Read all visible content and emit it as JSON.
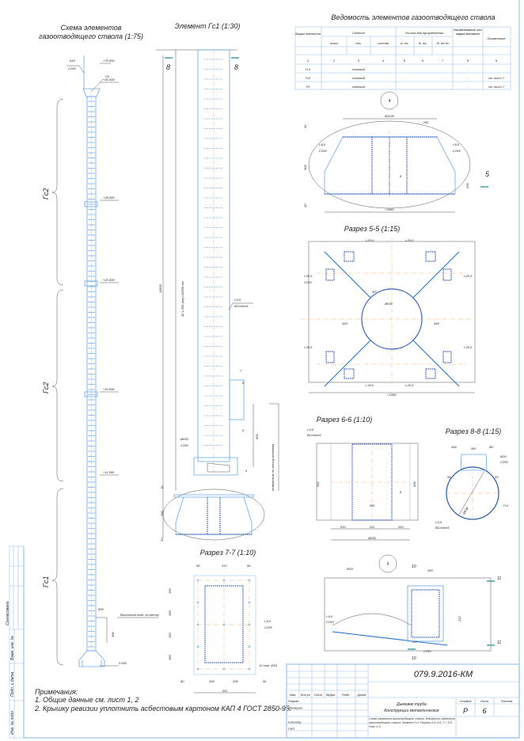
{
  "scheme": {
    "title_line1": "Схема элементов",
    "title_line2": "газоотводящего ствола (1:75)",
    "elements": [
      "Гс2",
      "Гс2",
      "Гс1"
    ],
    "elevations": [
      "+70.000",
      "+30.000",
      "+28.000",
      "+20.000",
      "+16.500",
      "+11.500",
      "0.000"
    ],
    "labels": {
      "sheet": "#16",
      "steel": "C255",
      "p1": "П1",
      "dim500": "500",
      "dim300": "300",
      "soil": "Высотная отм. по месту"
    }
  },
  "element_gs1": {
    "title": "Элемент Гс1 (1:30)",
    "section_mark": "8",
    "total": "11500",
    "pitch": "42 х 250 (мм)=10500 мм",
    "note_l": "I-6,0",
    "note_s": "ВСт3сп5",
    "mark6": "6",
    "mark7": "7",
    "mark5": "5",
    "pipe": "Ø630",
    "pipe_steel": "C255",
    "dim500": "500",
    "hatch": "отверстие по месту монтажа",
    "dims": [
      "10",
      "300",
      "20"
    ]
  },
  "schedule": {
    "title": "Ведомость элементов газоотводящего ствола",
    "headers": {
      "mark": "Марка элемента",
      "section": "Сечение",
      "sketch": "эскиз",
      "pos": "поз.",
      "comp": "состав",
      "forces": "Усилия для прикрепления",
      "a": "А, тс",
      "n": "N, тс",
      "m": "М, тс*м",
      "metal": "Наименование или марка металла",
      "note": "Примечание"
    },
    "numbers": [
      "1",
      "2",
      "3",
      "4",
      "5",
      "6",
      "7",
      "8",
      "9"
    ],
    "rows": [
      {
        "mark": "Гс1",
        "section": "сложный",
        "metal": "-",
        "note": ""
      },
      {
        "mark": "Гс2",
        "section": "сложный",
        "metal": "-",
        "note": "см. лист 7"
      },
      {
        "mark": "П1",
        "section": "сложный",
        "metal": "-",
        "note": "см. лист 7"
      }
    ]
  },
  "node4": {
    "mark": "4",
    "dims": [
      "Ø1130",
      "250",
      "10",
      "300",
      "20",
      "200",
      "□1560"
    ],
    "plate": "I-8,0",
    "steel": "C255",
    "weld": "8",
    "section": "5"
  },
  "section55": {
    "title": "Разрез 5-5 (1:15)",
    "plates": [
      "I-20,0",
      "I-20,0",
      "I-20,0",
      "I-20,0",
      "I-20,0",
      "I-20,0",
      "I-20,0",
      "I-20,0"
    ],
    "steel": "C255",
    "dims": [
      "Ø630",
      "445",
      "445",
      "□1560",
      "45°"
    ]
  },
  "section66": {
    "title": "Разрез 6-6 (1:10)",
    "plate": "I-6,0",
    "steel": "ВСт3сп5",
    "dims": [
      "512",
      "600",
      "300",
      "510",
      "312",
      "510",
      "Ø630"
    ],
    "weld": "6"
  },
  "section88": {
    "title": "Разрез 8-8 (1:15)",
    "dims": [
      "300",
      "45b",
      "Ø0",
      "Ø16",
      "C255",
      "55",
      "55",
      "Ø630"
    ],
    "element": "Гс1",
    "plate": "I-6,0",
    "steel": "ВСт3сп5"
  },
  "section77": {
    "title": "Разрез 7-7 (1:10)",
    "top_dims": [
      "90",
      "312",
      "90"
    ],
    "side_dims": [
      "150",
      "150",
      "150",
      "150"
    ],
    "bottom_dims": [
      "40",
      "206",
      "206",
      "40"
    ],
    "total": "432",
    "plate": "I-6,0",
    "steel": "C255",
    "bolts": "12 отв. Ø18"
  },
  "node5": {
    "mark": "5",
    "dims": [
      "300",
      "10",
      "10",
      "11",
      "11",
      "212",
      "140"
    ],
    "plate": "I-6,0",
    "steel": "C255",
    "bolt": "Ø18",
    "weld": "C255"
  },
  "notes": {
    "title": "Примечания:",
    "items": [
      "1. Общие данные см. лист 1, 2",
      "2. Крышку ревизии уплотнить асбестовым картоном КАП 4 ГОСТ 2850-95."
    ]
  },
  "stamps": {
    "agreed": "Согласовано",
    "replace": "Взам. инв. №",
    "sign": "Подп. и дата",
    "inv": "Инв. № подл."
  },
  "title_block": {
    "doc_code": "079.9.2016-КМ",
    "cols": [
      "Изм.",
      "Кол.уч",
      "Лист",
      "№Док.",
      "Подп.",
      "Дата"
    ],
    "roles": [
      "Разраб.",
      "Проверил",
      "",
      "Н.Контр.",
      "ГИП"
    ],
    "object": "Дымовая труба",
    "object2": "Конструкции металлические",
    "sheet_desc": "Схема элементов газоотводящего ствола. Ведомость элементов газоотводящего ствола. Элемент Гс1. Разрезы 5-5, 6-6, 7-7, 8-8. Узлы 4, 5.",
    "stage_label": "Стадия",
    "sheet_label": "Лист",
    "sheets_label": "Листов",
    "stage": "Р",
    "sheet": "6",
    "sheets": ""
  }
}
